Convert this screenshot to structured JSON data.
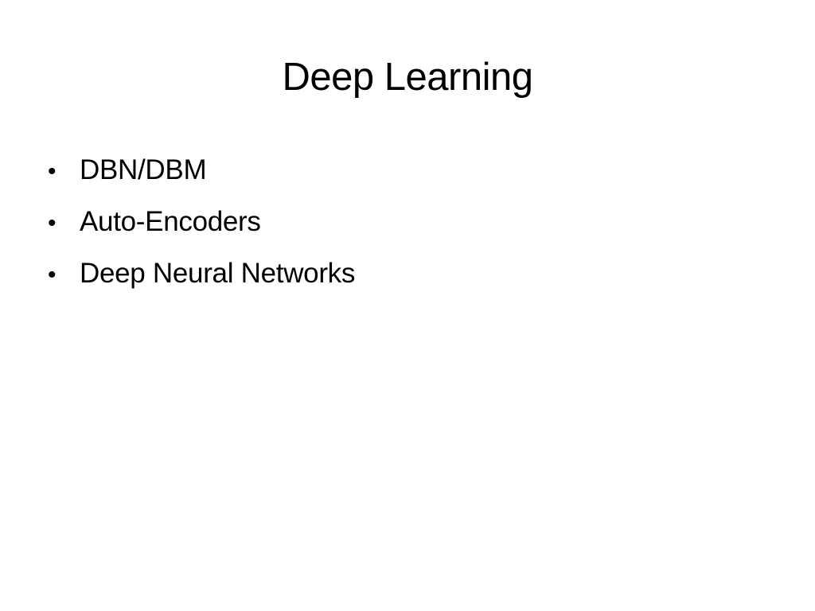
{
  "slide": {
    "title": "Deep Learning",
    "bullet_marker": "•",
    "bullets": [
      "DBN/DBM",
      "Auto-Encoders",
      "Deep Neural Networks"
    ]
  },
  "colors": {
    "background": "#ffffff",
    "text": "#000000"
  }
}
